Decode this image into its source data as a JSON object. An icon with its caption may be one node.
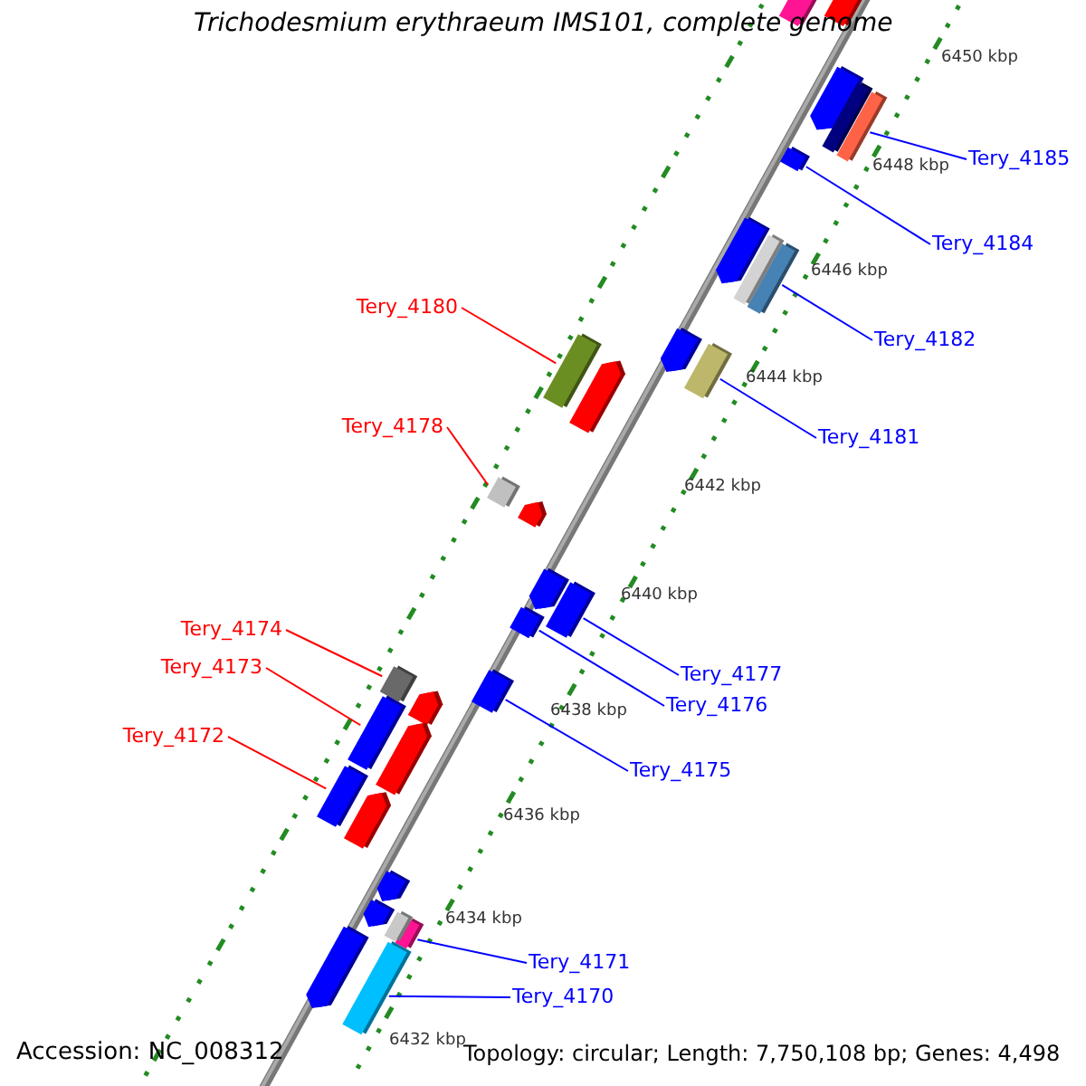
{
  "diagram": {
    "title": "Trichodesmium erythraeum IMS101, complete genome",
    "nodes": [
      {
        "text": [
          "Tery_4185"
        ]
      },
      {
        "text": [],
        "shape": "box"
      },
      {
        "text": [
          "Tery_4184"
        ]
      },
      {
        "text": [],
        "shape": "box"
      },
      {
        "text": [
          "Tery_4182"
        ]
      },
      {
        "text": [],
        "shape": "box"
      },
      {
        "text": [
          "Tery_4180"
        ]
      },
      {
        "text": [],
        "shape": "box"
      },
      {
        "text": [
          "Tery_4181"
        ]
      },
      {
        "text": [],
        "shape": "box"
      },
      {
        "text": [
          "Tery_4178"
        ]
      },
      {
        "text": [],
        "shape": "box"
      },
      {
        "text": [
          "Tery_4174"
        ]
      },
      {
        "text": [],
        "shape": "box"
      },
      {
        "text": [
          "Tery_4177"
        ]
      },
      {
        "text": [],
        "shape": "box"
      },
      {
        "text": [
          "Tery_4173"
        ]
      },
      {
        "text": [],
        "shape": "box"
      },
      {
        "text": [
          "Tery_4176"
        ]
      },
      {
        "text": [],
        "shape": "box"
      },
      {
        "text": [
          "Tery_4172"
        ]
      },
      {
        "text": [],
        "shape": "box"
      },
      {
        "text": [
          "Tery_4175"
        ]
      },
      {
        "text": [],
        "shape": "box"
      },
      {
        "text": [
          "Tery_4171"
        ]
      },
      {
        "text": [],
        "shape": "box"
      },
      {
        "text": [
          "Tery_4170"
        ]
      },
      {
        "text": [],
        "shape": "box"
      },
      {
        "text": [],
        "shape": "box"
      },
      {
        "text": [],
        "shape": "arrow"
      },
      {
        "text": [],
        "shape": "arrow"
      },
      {
        "text": [],
        "shape": "box"
      },
      {
        "text": [],
        "shape": "arrow"
      },
      {
        "text": [],
        "shape": "box"
      },
      {
        "text": [],
        "shape": "arrow"
      },
      {
        "text": [],
        "shape": "arrow"
      },
      {
        "text": [],
        "shape": "arrow"
      },
      {
        "text": [],
        "shape": "arrow"
      },
      {
        "text": [],
        "shape": "arrow"
      },
      {
        "text": [],
        "shape": "arrow"
      },
      {
        "text": [],
        "shape": "arrow"
      },
      {
        "text": [],
        "shape": "arrow"
      },
      {
        "text": [],
        "shape": "arrow"
      },
      {
        "text": [],
        "shape": "box"
      },
      {
        "text": [],
        "shape": "arrow"
      }
    ],
    "edges": [
      {
        "from": 0,
        "to": 1,
        "arrow": "none"
      },
      {
        "from": 2,
        "to": 3,
        "arrow": "none"
      },
      {
        "from": 4,
        "to": 5,
        "arrow": "none"
      },
      {
        "from": 6,
        "to": 7,
        "arrow": "none",
        "color": "#ff0000"
      },
      {
        "from": 8,
        "to": 9,
        "arrow": "none"
      },
      {
        "from": 10,
        "to": 11,
        "arrow": "none",
        "color": "#ff0000"
      },
      {
        "from": 12,
        "to": 13,
        "arrow": "none",
        "color": "#ff0000"
      },
      {
        "from": 14,
        "to": 15,
        "arrow": "none"
      },
      {
        "from": 16,
        "to": 17,
        "arrow": "none",
        "color": "#ff0000"
      },
      {
        "from": 18,
        "to": 19,
        "arrow": "none"
      },
      {
        "from": 20,
        "to": 21,
        "arrow": "none",
        "color": "#ff0000"
      },
      {
        "from": 22,
        "to": 23,
        "arrow": "none"
      },
      {
        "from": 24,
        "to": 25,
        "arrow": "none"
      },
      {
        "from": 26,
        "to": 27,
        "arrow": "none"
      }
    ],
    "labels": [
      "6450 kbp",
      "6448 kbp",
      "6446 kbp",
      "6444 kbp",
      "6442 kbp",
      "6440 kbp",
      "6438 kbp",
      "6436 kbp",
      "6434 kbp",
      "6432 kbp",
      "Accession: NC_008312",
      "Topology: circular; Length: 7,750,108 bp; Genes: 4,498"
    ]
  }
}
